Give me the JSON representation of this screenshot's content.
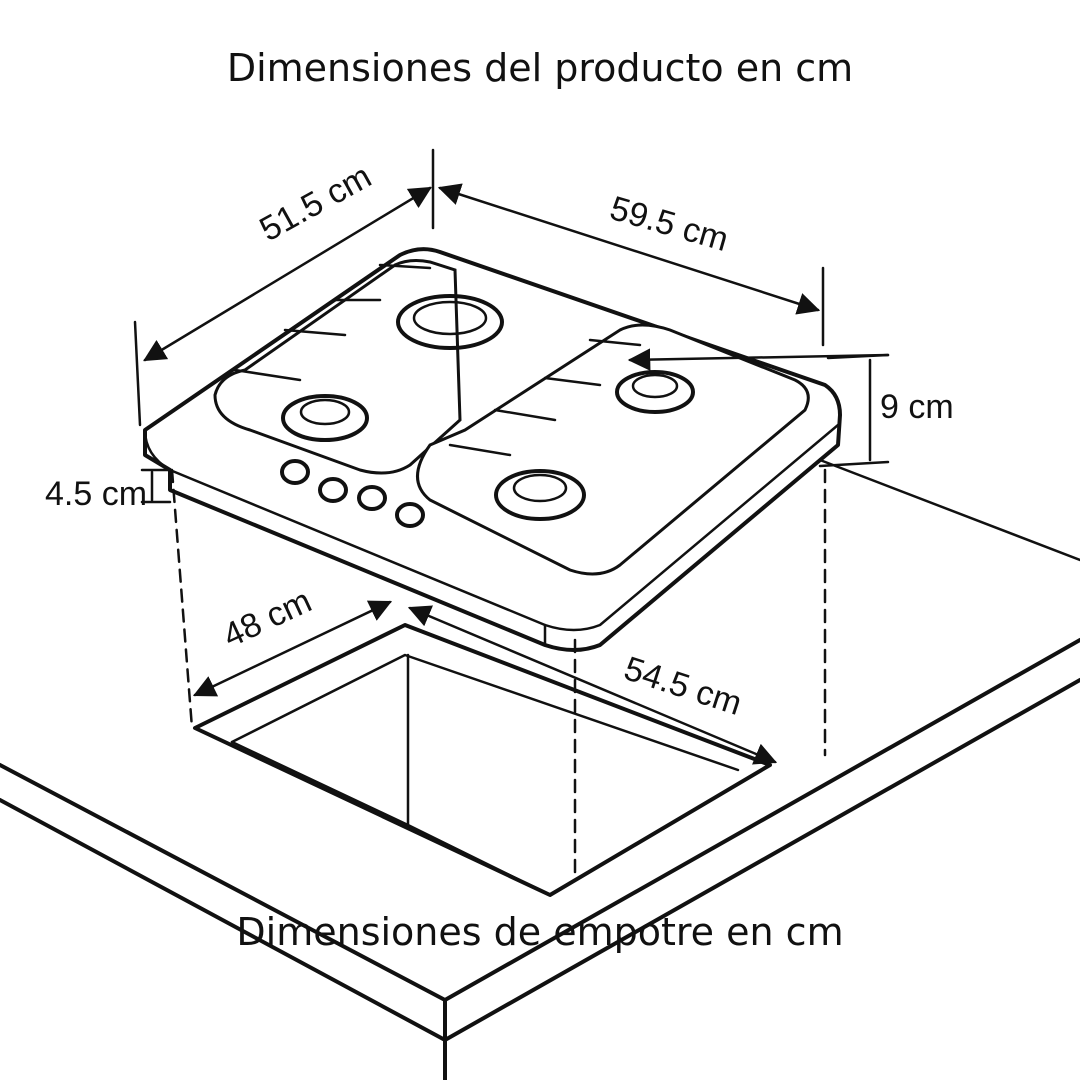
{
  "titles": {
    "product": "Dimensiones del producto en cm",
    "cutout": "Dimensiones de empotre en cm"
  },
  "dimensions": {
    "depth": "51.5 cm",
    "width": "59.5 cm",
    "height": "9 cm",
    "thickness": "4.5 cm",
    "cut_depth": "48 cm",
    "cut_width": "54.5 cm"
  }
}
